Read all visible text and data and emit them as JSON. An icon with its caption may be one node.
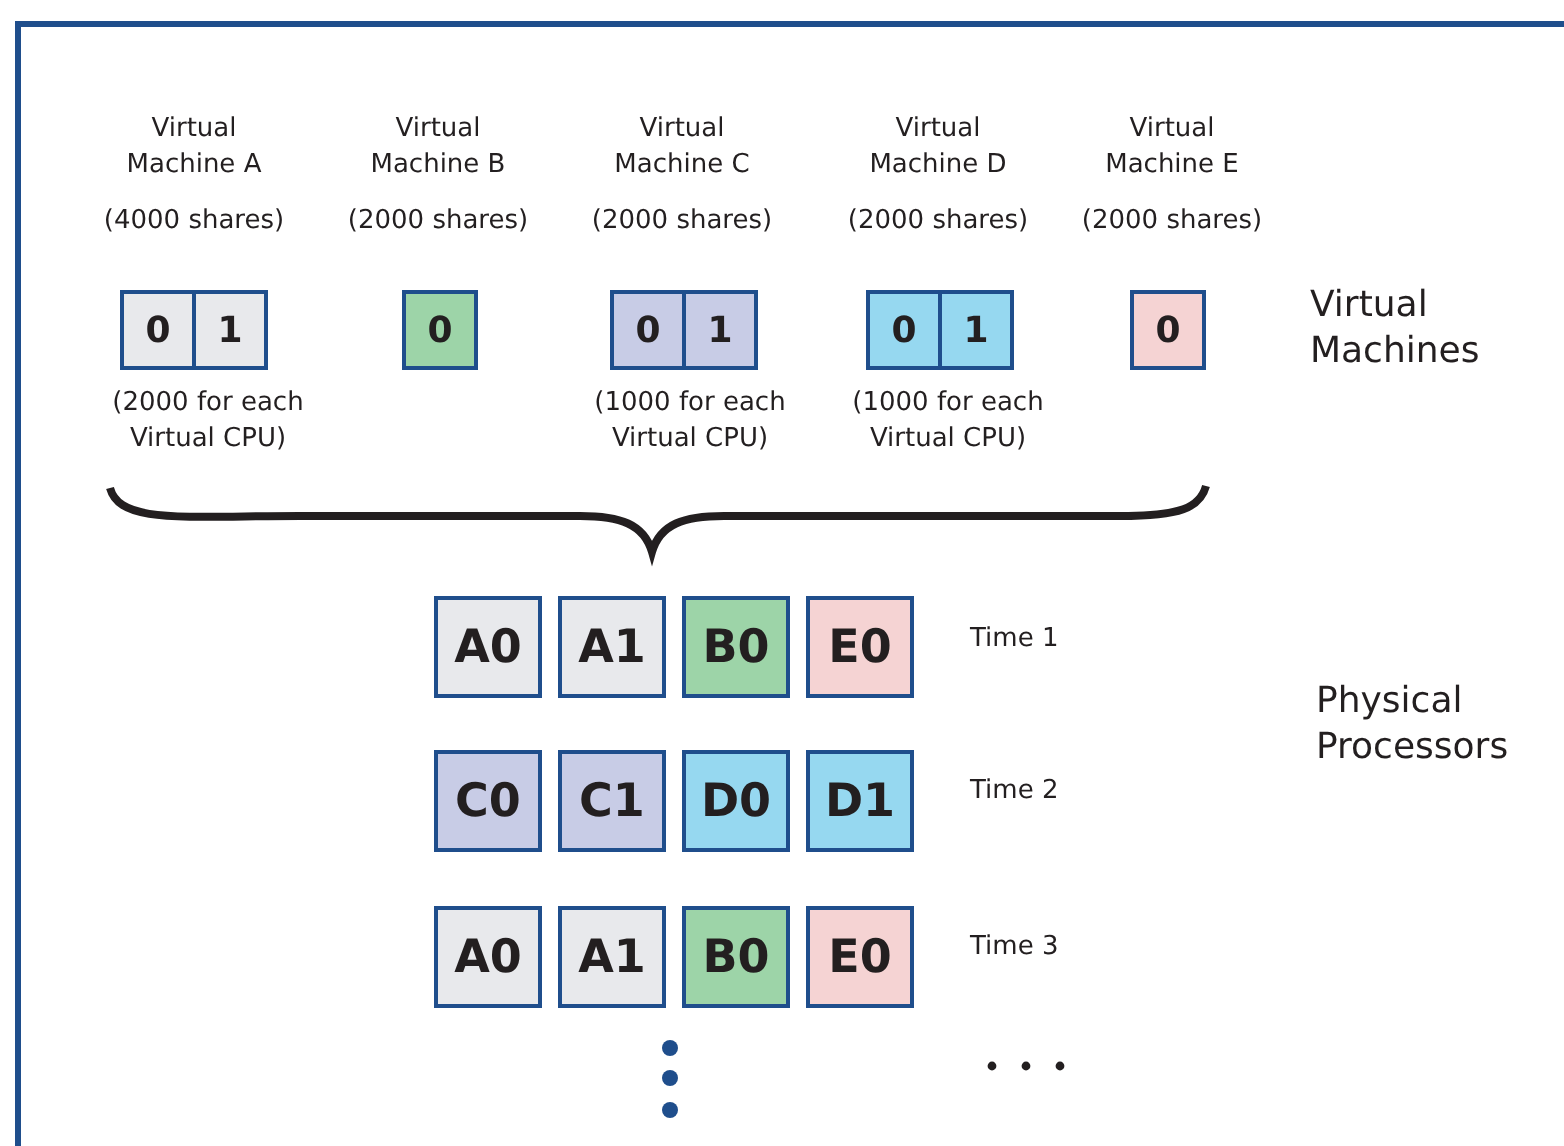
{
  "diagram": {
    "nodes": [
      {
        "text": [
          "0"
        ]
      },
      {
        "text": [
          "1"
        ]
      },
      {
        "text": [
          "0"
        ]
      },
      {
        "text": [
          "0"
        ]
      },
      {
        "text": [
          "1"
        ]
      },
      {
        "text": [
          "0"
        ]
      },
      {
        "text": [
          "1"
        ]
      },
      {
        "text": [
          "0"
        ]
      },
      {
        "text": [
          "A0"
        ]
      },
      {
        "text": [
          "A1"
        ]
      },
      {
        "text": [
          "B0"
        ]
      },
      {
        "text": [
          "E0"
        ]
      },
      {
        "text": [
          "C0"
        ]
      },
      {
        "text": [
          "C1"
        ]
      },
      {
        "text": [
          "D0"
        ]
      },
      {
        "text": [
          "D1"
        ]
      },
      {
        "text": [
          "A0"
        ]
      },
      {
        "text": [
          "A1"
        ]
      },
      {
        "text": [
          "B0"
        ]
      },
      {
        "text": [
          "E0"
        ]
      }
    ],
    "edges": [],
    "labels": [
      "Virtual Machine A",
      "Virtual Machine B",
      "Virtual Machine C",
      "Virtual Machine D",
      "Virtual Machine E",
      "(4000 shares)",
      "(2000 shares)",
      "(2000 shares)",
      "(2000 shares)",
      "(2000 shares)",
      "Virtual Machines",
      "(2000 for each Virtual CPU)",
      "(1000 for each Virtual CPU)",
      "(1000 for each Virtual CPU)",
      "Time 1",
      "Physical Processors",
      "Time 2",
      "Time 3"
    ]
  }
}
